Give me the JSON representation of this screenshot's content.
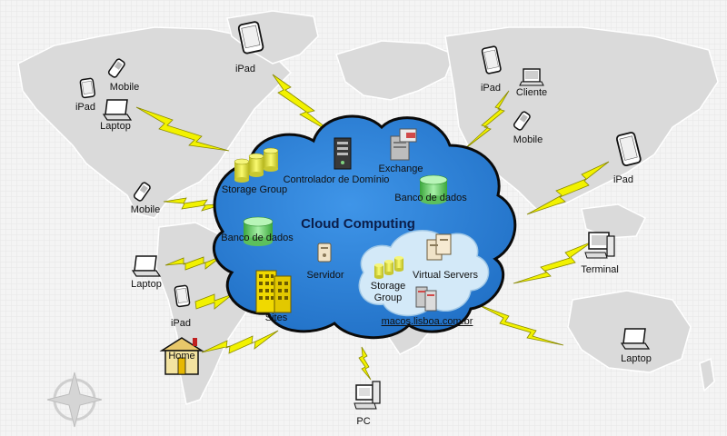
{
  "diagram": {
    "title": "Cloud Computing",
    "site_url": "macos.lisboa.com.br",
    "cloud_labels": {
      "controlador": "Controlador de Domínio",
      "exchange": "Exchange",
      "storage_group_top": "Storage Group",
      "banco_top": "Banco de dados",
      "banco_left": "Banco de dados",
      "servidor": "Servidor",
      "virtual_servers": "Virtual Servers",
      "storage_group_inner": "Storage\nGroup",
      "sites": "Sites"
    },
    "devices": {
      "ipad_top": "iPad",
      "mobile_tl": "Mobile",
      "ipad_tl": "iPad",
      "laptop_tl": "Laptop",
      "mobile_left": "Mobile",
      "laptop_left": "Laptop",
      "ipad_left": "iPad",
      "home": "Home",
      "pc": "PC",
      "ipad_tr": "iPad",
      "cliente": "Cliente",
      "mobile_tr": "Mobile",
      "ipad_right": "iPad",
      "terminal": "Terminal",
      "laptop_br": "Laptop"
    }
  },
  "colors": {
    "cloud_fill": "#2b7fd6",
    "cloud_outline": "#0a0a0a",
    "inner_cloud": "#cfe6f7",
    "bolt": "#f2f200",
    "map_land": "#d9d9d9",
    "map_bg": "#f4f4f4",
    "storage": "#e8e84a",
    "database": "#7dd87d"
  }
}
